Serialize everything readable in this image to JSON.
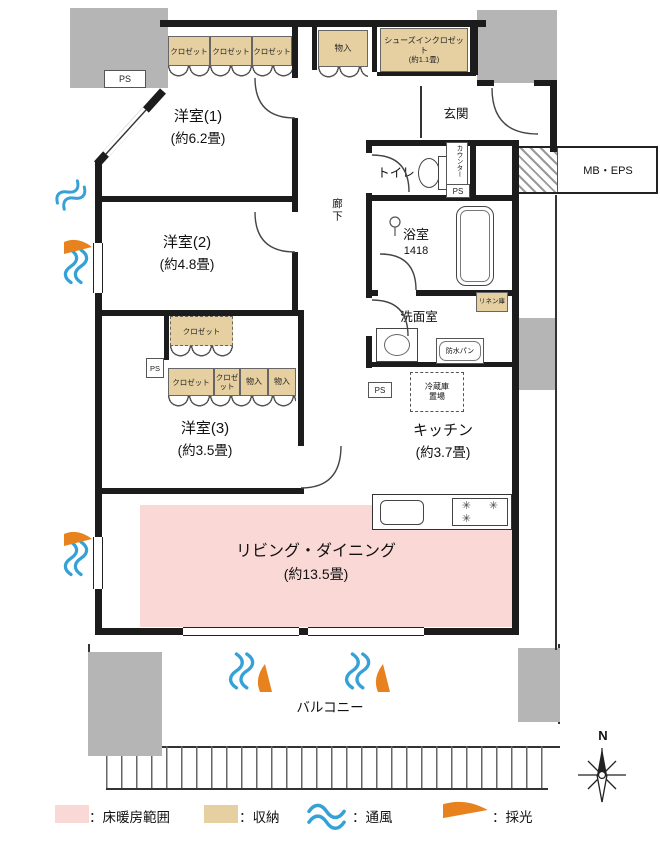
{
  "colors": {
    "floor_heating": "#f9d8d6",
    "storage": "#e6d0a2",
    "ventilation": "#35a1d7",
    "daylight": "#e8821e",
    "concrete": "#b5b5b5",
    "wall": "#1c1c1c"
  },
  "rooms": {
    "room1": {
      "name": "洋室(1)",
      "size": "(約6.2畳)"
    },
    "room2": {
      "name": "洋室(2)",
      "size": "(約4.8畳)"
    },
    "room3": {
      "name": "洋室(3)",
      "size": "(約3.5畳)"
    },
    "living_dining": {
      "name": "リビング・ダイニング",
      "size": "(約13.5畳)"
    },
    "kitchen": {
      "name": "キッチン",
      "size": "(約3.7畳)"
    },
    "bathroom": {
      "name": "浴室",
      "size": "1418"
    },
    "toilet": {
      "name": "トイレ"
    },
    "washroom": {
      "name": "洗面室"
    },
    "entrance": {
      "name": "玄関"
    },
    "corridor": {
      "name": "廊下"
    },
    "balcony": {
      "name": "バルコニー"
    }
  },
  "storage": {
    "closet": "クロゼット",
    "storage_small": "物入",
    "shoes_closet": "シューズインクロゼット",
    "shoes_closet_size": "(約1.1畳)",
    "linen": "リネン庫",
    "counter": "カウンター"
  },
  "utility": {
    "ps": "PS",
    "mb_eps": "MB・EPS",
    "waterproof_pan": "防水パン",
    "fridge_space": "冷蔵庫置場"
  },
  "compass": {
    "north": "N"
  },
  "legend": {
    "floor_heating": "：床暖房範囲",
    "storage": "：収納",
    "ventilation": "：通風",
    "daylight": "：採光"
  },
  "icons": {
    "burner": "✳"
  }
}
